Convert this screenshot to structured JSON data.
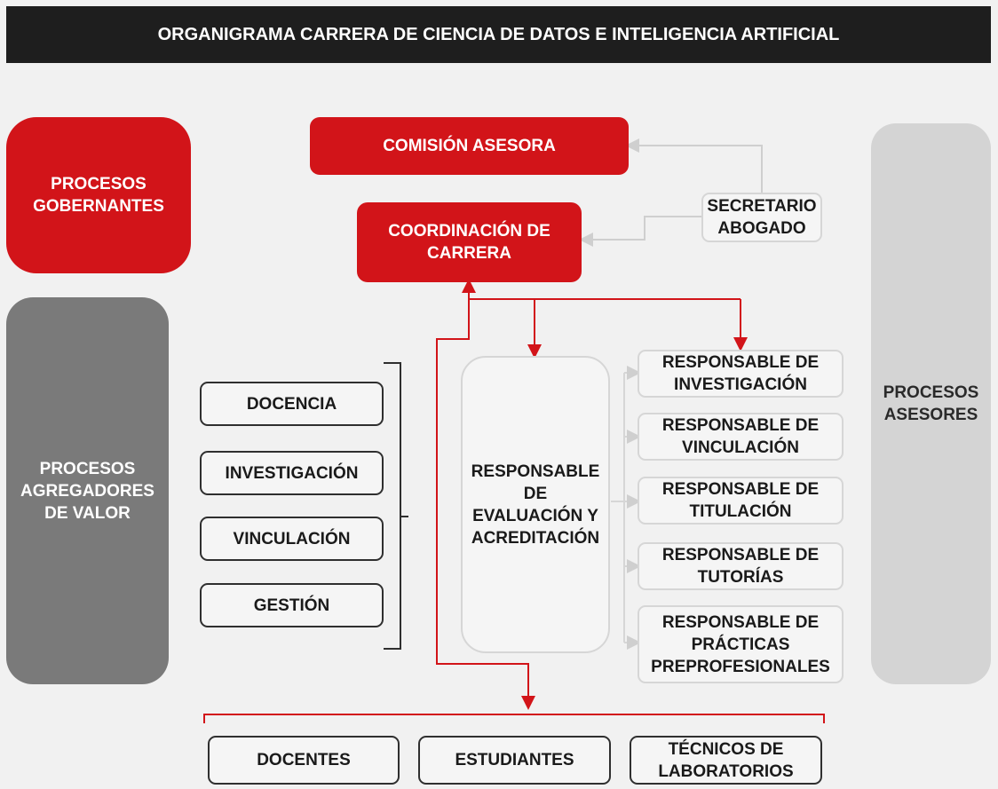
{
  "title": "ORGANIGRAMA CARRERA DE CIENCIA DE DATOS E INTELIGENCIA ARTIFICIAL",
  "side": {
    "gobernantes": "PROCESOS\nGOBERNANTES",
    "agregadores": "PROCESOS\nAGREGADORES\nDE VALOR",
    "asesores": "PROCESOS\nASESORES"
  },
  "top": {
    "comision": "COMISIÓN ASESORA",
    "coordinacion": "COORDINACIÓN DE\nCARRERA",
    "secretario": "SECRETARIO\nABOGADO"
  },
  "areas": [
    "DOCENCIA",
    "INVESTIGACIÓN",
    "VINCULACIÓN",
    "GESTIÓN"
  ],
  "evaluacion": "RESPONSABLE\nDE\nEVALUACIÓN Y\nACREDITACIÓN",
  "responsables": [
    "RESPONSABLE DE\nINVESTIGACIÓN",
    "RESPONSABLE DE\nVINCULACIÓN",
    "RESPONSABLE DE\nTITULACIÓN",
    "RESPONSABLE DE\nTUTORÍAS",
    "RESPONSABLE DE\nPRÁCTICAS\nPREPROFESIONALES"
  ],
  "bottom": [
    "DOCENTES",
    "ESTUDIANTES",
    "TÉCNICOS DE\nLABORATORIOS"
  ],
  "colors": {
    "red": "#d21419",
    "dark": "#1e1e1e",
    "gray": "#7a7a7a",
    "lightgray": "#d4d4d4"
  }
}
